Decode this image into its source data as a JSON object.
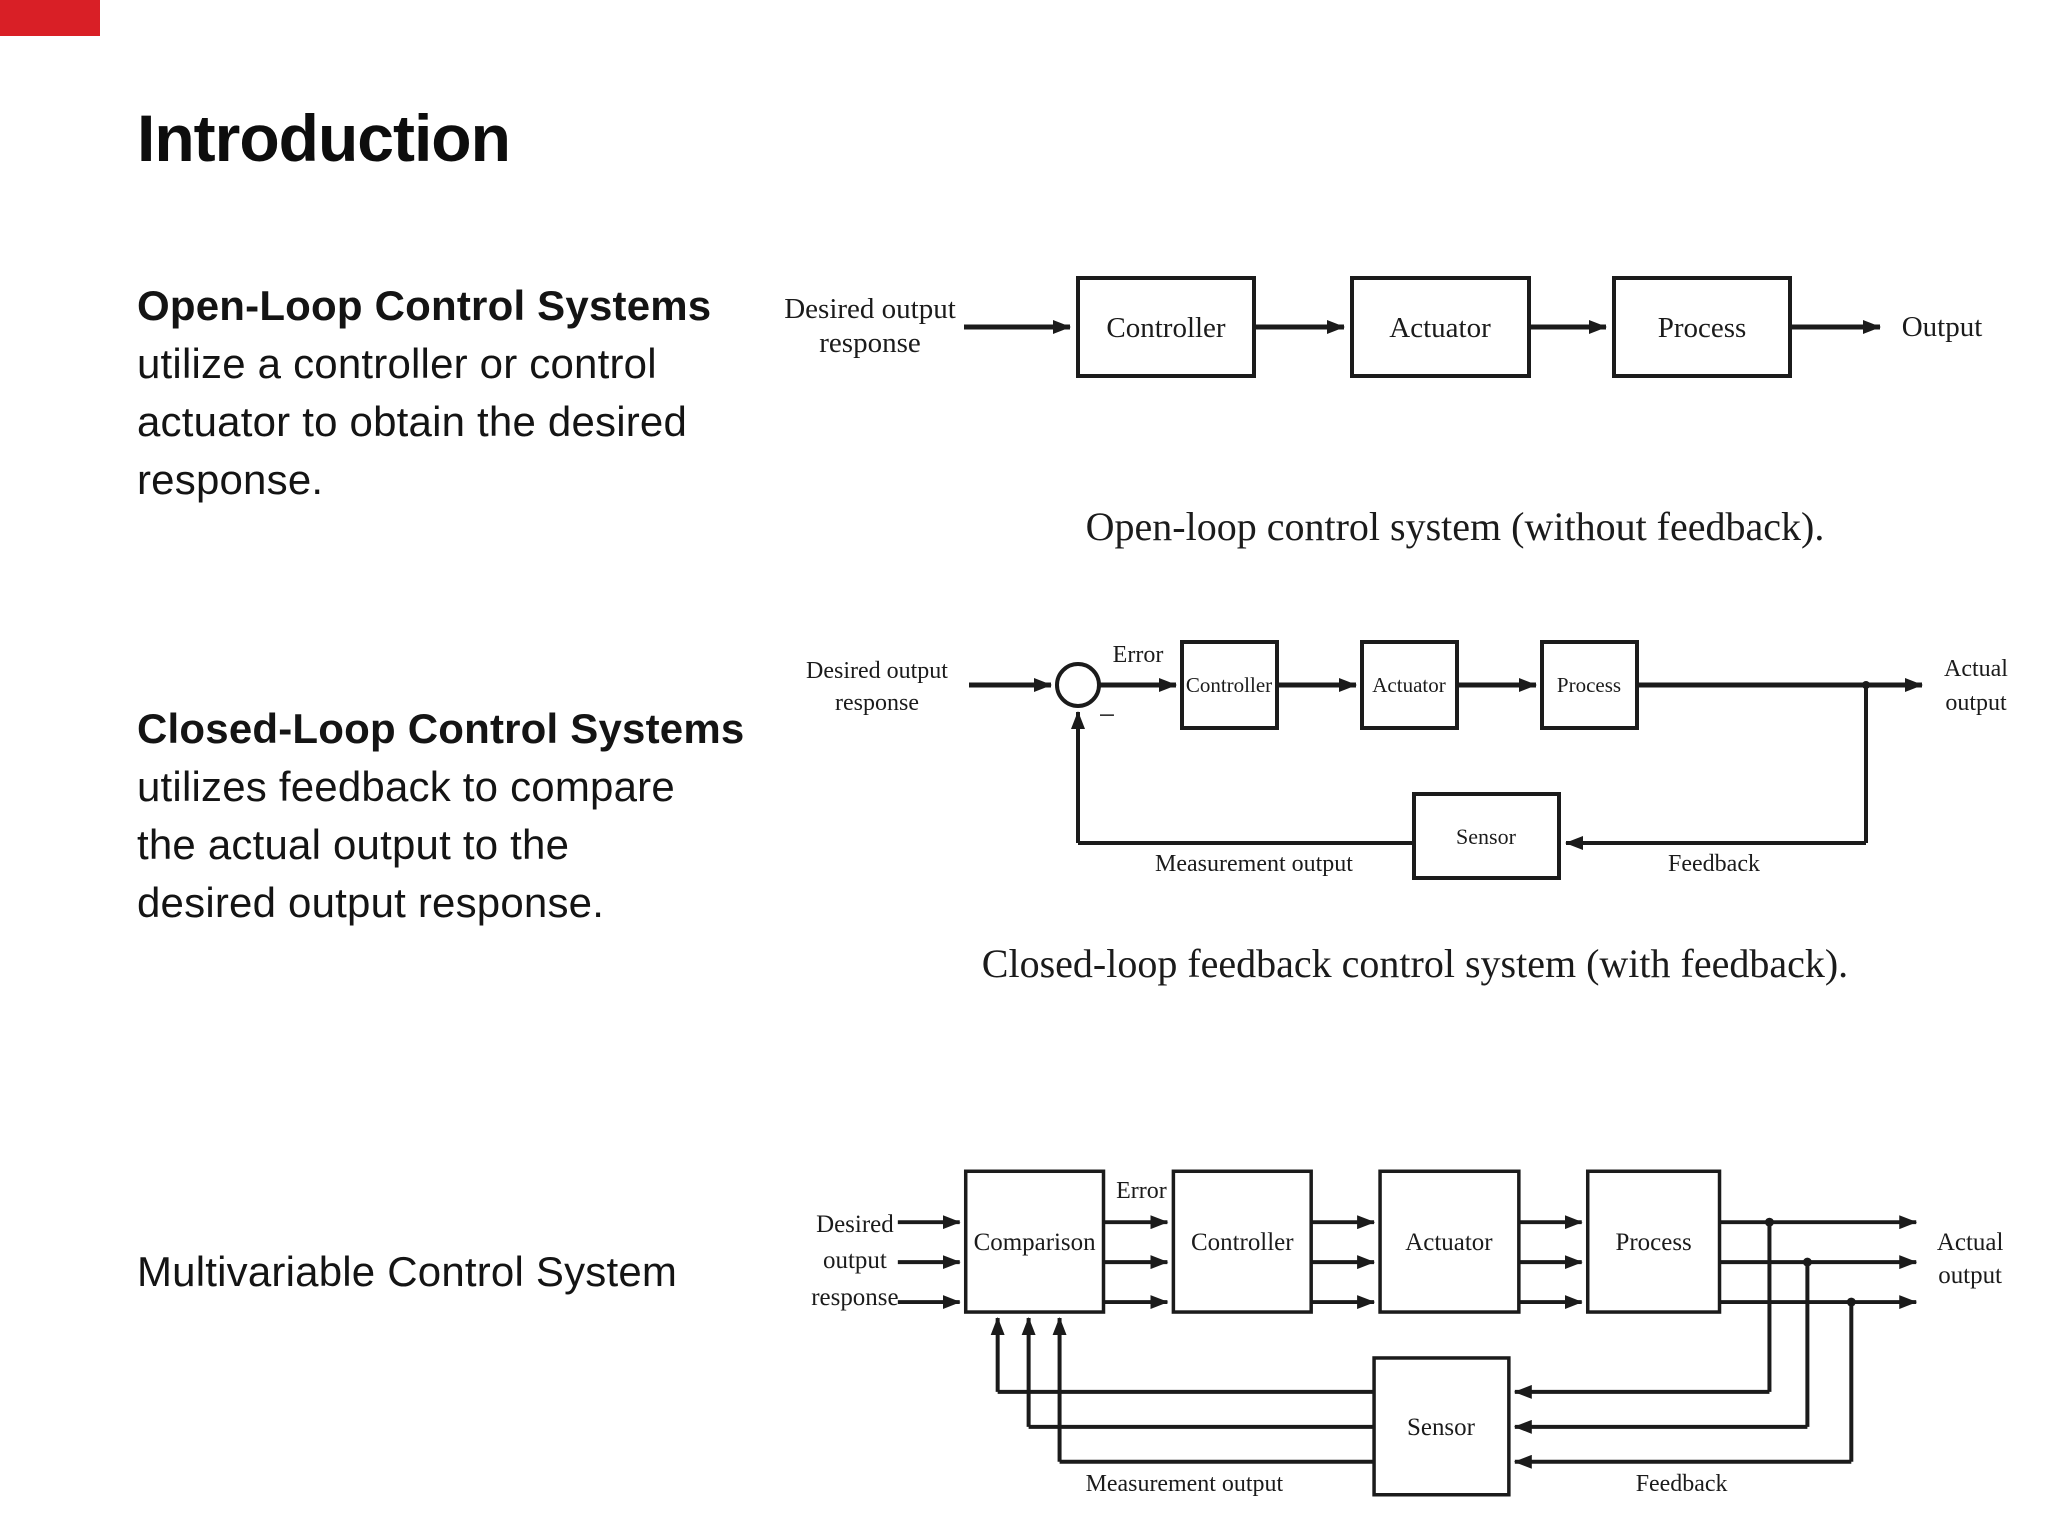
{
  "slide": {
    "accent_bar_color": "#d91f26",
    "title": "Introduction"
  },
  "sections": {
    "open_loop": {
      "heading": "Open-Loop Control Systems",
      "lines": [
        "utilize a controller or control",
        "actuator to obtain the desired",
        "response."
      ]
    },
    "closed_loop": {
      "heading": "Closed-Loop Control Systems",
      "lines": [
        "utilizes feedback to compare",
        "the actual output to the",
        "desired output response."
      ]
    },
    "multivariable": {
      "label": "Multivariable Control System"
    }
  },
  "diagram_open_loop": {
    "input_lines": [
      "Desired output",
      "response"
    ],
    "blocks": [
      "Controller",
      "Actuator",
      "Process"
    ],
    "output_label": "Output",
    "caption": "Open-loop control system (without feedback)."
  },
  "diagram_closed_loop": {
    "input_lines": [
      "Desired output",
      "response"
    ],
    "error_label": "Error",
    "minus_label": "−",
    "blocks": [
      "Controller",
      "Actuator",
      "Process"
    ],
    "sensor_label": "Sensor",
    "output_lines": [
      "Actual",
      "output"
    ],
    "measurement_label": "Measurement output",
    "feedback_label": "Feedback",
    "caption": "Closed-loop feedback control system (with feedback)."
  },
  "diagram_multivariable": {
    "input_lines": [
      "Desired",
      "output",
      "response"
    ],
    "error_label": "Error",
    "blocks": [
      "Comparison",
      "Controller",
      "Actuator",
      "Process"
    ],
    "sensor_label": "Sensor",
    "output_lines": [
      "Actual",
      "output"
    ],
    "measurement_label": "Measurement output",
    "feedback_label": "Feedback"
  }
}
